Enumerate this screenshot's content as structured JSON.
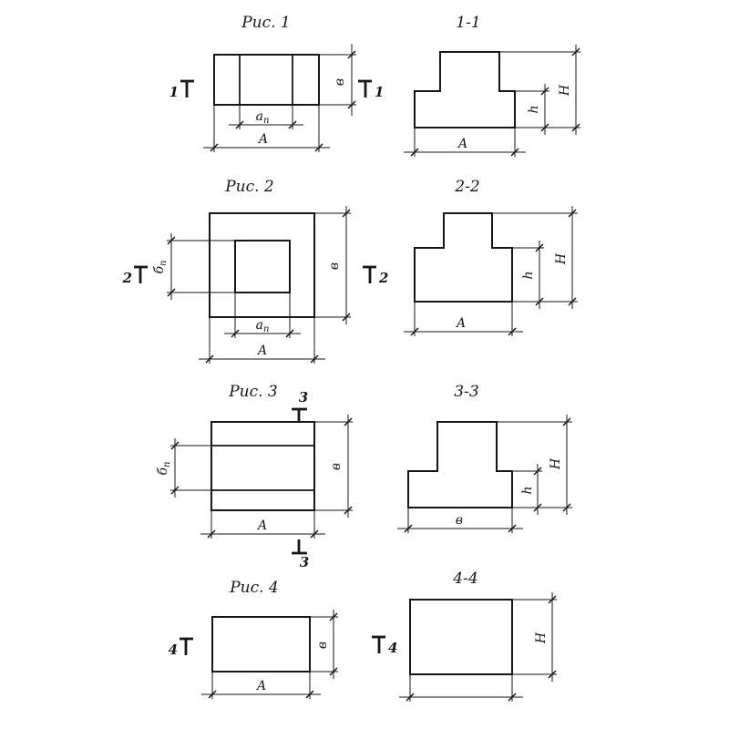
{
  "canvas": {
    "background": "#ffffff",
    "ink": "#161616"
  },
  "fig1": {
    "plan_title": "Рис. 1",
    "section_title": "1-1",
    "cut_number": "1",
    "plan": {
      "dim_a_base": "а",
      "dim_a_sub": "п",
      "dim_A": "А",
      "dim_v": "в"
    },
    "section": {
      "dim_A": "А",
      "dim_h": "h",
      "dim_H": "Н"
    }
  },
  "fig2": {
    "plan_title": "Рис. 2",
    "section_title": "2-2",
    "cut_number": "2",
    "plan": {
      "dim_b_base": "б",
      "dim_b_sub": "п",
      "dim_a_base": "а",
      "dim_a_sub": "п",
      "dim_A": "А",
      "dim_v": "в"
    },
    "section": {
      "dim_A": "А",
      "dim_h": "h",
      "dim_H": "Н"
    }
  },
  "fig3": {
    "plan_title": "Рис. 3",
    "section_title": "3-3",
    "cut_number": "3",
    "plan": {
      "dim_b_base": "б",
      "dim_b_sub": "п",
      "dim_A": "А",
      "dim_v": "в"
    },
    "section": {
      "dim_v": "в",
      "dim_h": "h",
      "dim_H": "Н"
    }
  },
  "fig4": {
    "plan_title": "Рис. 4",
    "section_title": "4-4",
    "cut_number": "4",
    "plan": {
      "dim_A": "А",
      "dim_v": "в"
    },
    "section": {
      "dim_H": "Н"
    }
  }
}
